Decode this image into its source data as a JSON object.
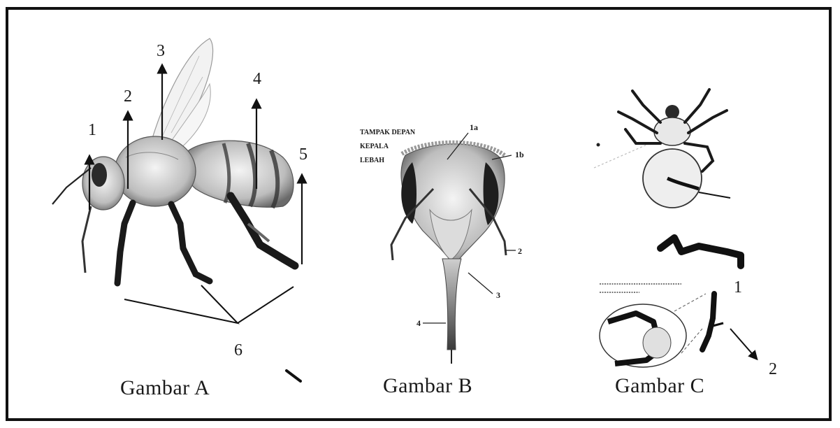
{
  "figures": {
    "a": {
      "caption": "Gambar A",
      "labels": [
        "1",
        "2",
        "3",
        "4",
        "5",
        "6"
      ]
    },
    "b": {
      "caption": "Gambar B",
      "header_lines": [
        "TAMPAK DEPAN",
        "KEPALA",
        "LEBAH"
      ],
      "labels": [
        "1a",
        "1b",
        "2",
        "3",
        "4"
      ]
    },
    "c": {
      "caption": "Gambar C",
      "labels": [
        "1",
        "2"
      ]
    }
  }
}
